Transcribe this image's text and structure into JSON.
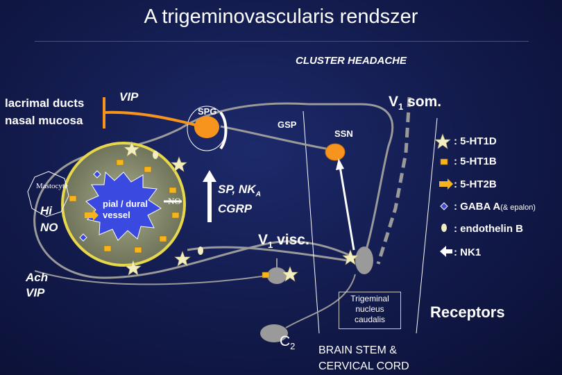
{
  "title": "A trigeminovascularis rendszer",
  "labels": {
    "cluster_headache": "CLUSTER HEADACHE",
    "lacrimal_1": "lacrimal ducts",
    "lacrimal_2": "nasal mucosa",
    "vip": "VIP",
    "spg": "SPG",
    "gsp": "GSP",
    "ssn": "SSN",
    "v1_som_main": "V",
    "v1_som_sub": "1",
    "v1_som_rest": " som.",
    "mastocyte": "Mastocyte",
    "hi": "Hi",
    "no_left": "NO",
    "pial_1": "pial / dural",
    "pial_2": "vessel",
    "no_small": "NO",
    "sp_nk_main": "SP, NK",
    "sp_nk_sub": "A",
    "cgrp": "CGRP",
    "v1_visc_main": "V",
    "v1_visc_sub": "1",
    "v1_visc_rest": " visc.",
    "ach": "Ach",
    "vip_bottom": "VIP",
    "trigeminal": "Trigeminal nucleus caudalis",
    "c2_main": "C",
    "c2_sub": "2",
    "brain_1": "BRAIN STEM &",
    "brain_2": "CERVICAL CORD",
    "receptors": "Receptors"
  },
  "legend": [
    {
      "icon": "star-icon",
      "text": ": 5-HT1D"
    },
    {
      "icon": "orange-square-icon",
      "text": ": 5-HT1B"
    },
    {
      "icon": "orange-arrow-icon",
      "text": ": 5-HT2B"
    },
    {
      "icon": "blue-diamond-icon",
      "text": ": GABA A",
      "note": "(& epalon)"
    },
    {
      "icon": "oval-icon",
      "text": ": endothelin B"
    },
    {
      "icon": "white-arrow-icon",
      "text": ": NK1"
    }
  ],
  "colors": {
    "background": "#121a4a",
    "orange": "#f7941d",
    "vessel_ring": "#d4c84a",
    "vessel_fill": "#8a8f6e",
    "star": "#f2eebf",
    "gray_neuron": "#9a9a9a",
    "title_rule": "#b02a2a"
  }
}
